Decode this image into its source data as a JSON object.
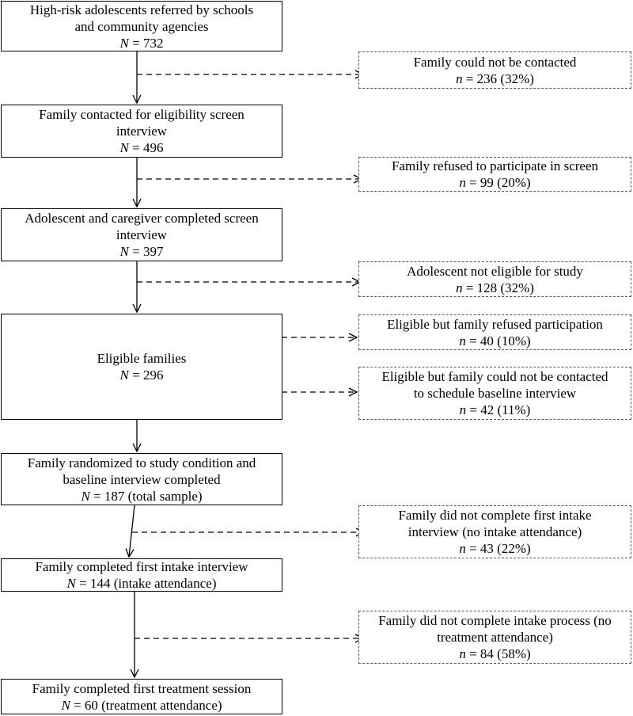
{
  "main_boxes": [
    {
      "id": "referred",
      "lines": [
        "High-risk adolescents referred by schools",
        "and community agencies"
      ],
      "stat_symbol": "N",
      "stat_value": "= 732"
    },
    {
      "id": "contacted",
      "lines": [
        "Family contacted for eligibility screen",
        "interview"
      ],
      "stat_symbol": "N",
      "stat_value": "= 496"
    },
    {
      "id": "screened",
      "lines": [
        "Adolescent and caregiver completed screen",
        "interview"
      ],
      "stat_symbol": "N",
      "stat_value": "= 397"
    },
    {
      "id": "eligible",
      "lines": [
        "Eligible families"
      ],
      "stat_symbol": "N",
      "stat_value": "= 296"
    },
    {
      "id": "randomized",
      "lines": [
        "Family randomized to study condition and",
        "baseline interview completed"
      ],
      "stat_symbol": "N",
      "stat_value": "= 187 (total sample)"
    },
    {
      "id": "intake",
      "lines": [
        "Family completed first intake interview"
      ],
      "stat_symbol": "N",
      "stat_value": "= 144 (intake attendance)"
    },
    {
      "id": "treatment",
      "lines": [
        "Family completed first treatment session"
      ],
      "stat_symbol": "N",
      "stat_value": "= 60 (treatment attendance)"
    }
  ],
  "side_boxes": [
    {
      "id": "not-contacted",
      "lines": [
        "Family could not be contacted"
      ],
      "stat_symbol": "n",
      "stat_value": "= 236 (32%)"
    },
    {
      "id": "refused-screen",
      "lines": [
        "Family refused to participate in screen"
      ],
      "stat_symbol": "n",
      "stat_value": "= 99 (20%)"
    },
    {
      "id": "not-eligible",
      "lines": [
        "Adolescent not eligible for study"
      ],
      "stat_symbol": "n",
      "stat_value": "= 128 (32%)"
    },
    {
      "id": "refused-participation",
      "lines": [
        "Eligible but family refused participation"
      ],
      "stat_symbol": "n",
      "stat_value": "= 40 (10%)"
    },
    {
      "id": "not-scheduled",
      "lines": [
        "Eligible but family could not be contacted",
        "to schedule baseline interview"
      ],
      "stat_symbol": "n",
      "stat_value": "= 42 (11%)"
    },
    {
      "id": "no-intake",
      "lines": [
        "Family did not complete first intake",
        "interview (no intake attendance)"
      ],
      "stat_symbol": "n",
      "stat_value": "= 43 (22%)"
    },
    {
      "id": "no-treatment",
      "lines": [
        "Family did not complete intake process (no",
        "treatment attendance)"
      ],
      "stat_symbol": "n",
      "stat_value": "= 84 (58%)"
    }
  ]
}
